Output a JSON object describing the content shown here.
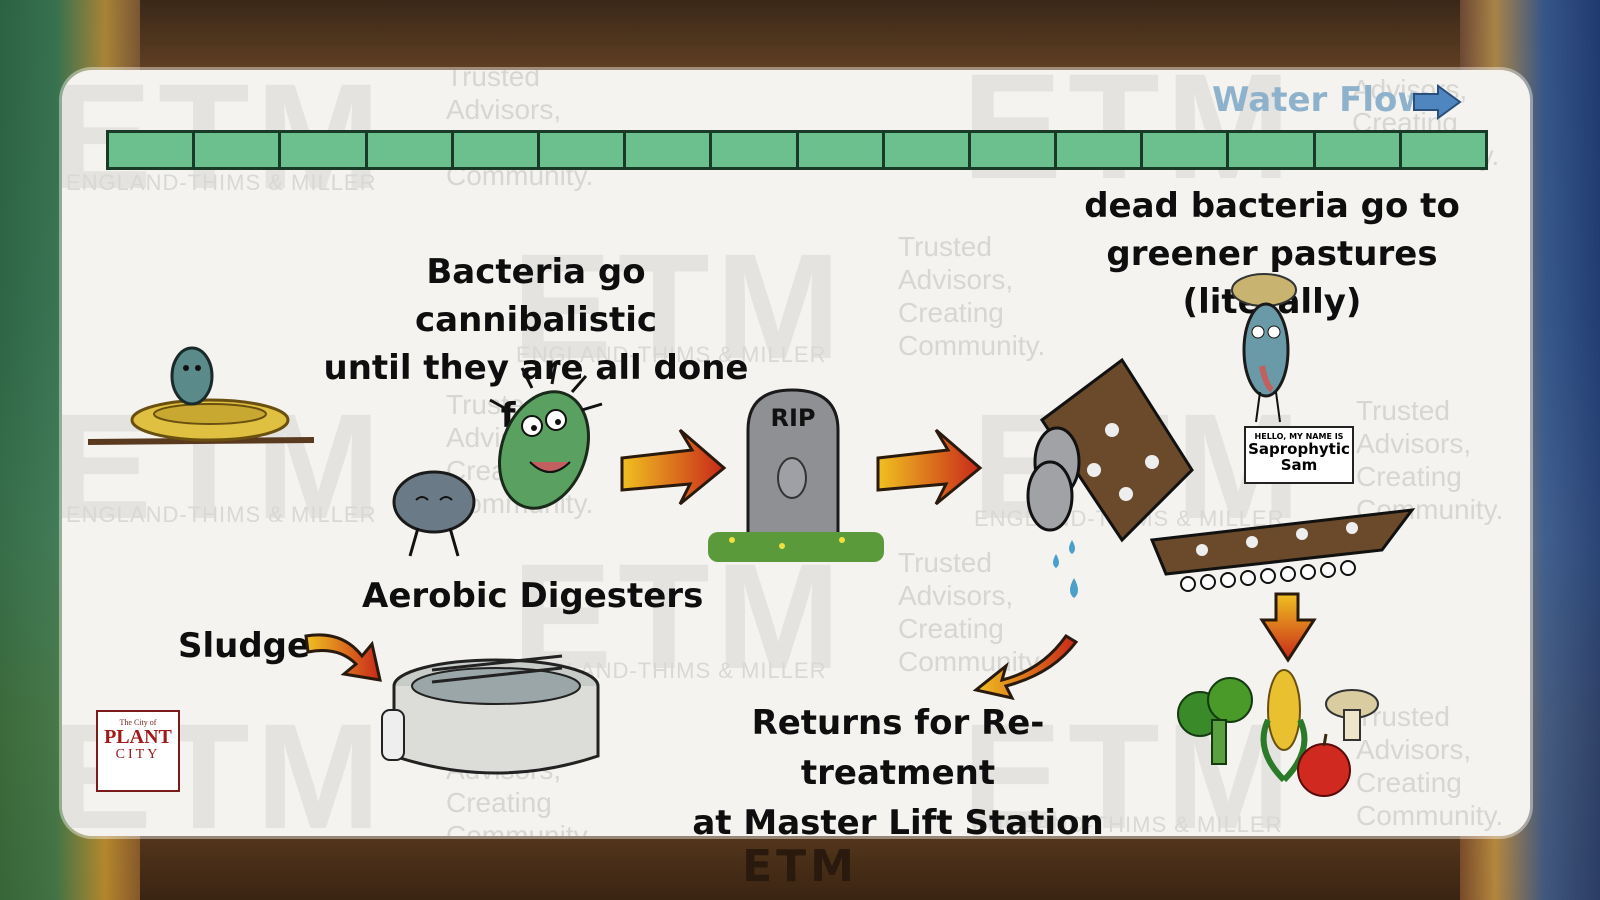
{
  "header": {
    "flow_label": "Water Flow"
  },
  "captions": {
    "cannibal_line1": "Bacteria go cannibalistic",
    "cannibal_line2": "until they are all done for!",
    "dead_line1": "dead bacteria go to",
    "dead_line2": "greener pastures (literally)",
    "aerobic": "Aerobic Digesters",
    "sludge": "Sludge",
    "returns_line1": "Returns for Re-treatment",
    "returns_line2": "at Master Lift Station"
  },
  "tombstone": {
    "text": "RIP"
  },
  "nametag": {
    "greeting": "HELLO, MY NAME IS",
    "name_line1": "Saprophytic",
    "name_line2": "Sam"
  },
  "logo": {
    "small": "The City of",
    "plant": "PLANT",
    "city": "CITY"
  },
  "watermark": {
    "etm": "ETM",
    "company": "ENGLAND-THIMS & MILLER",
    "trusted": [
      "Trusted",
      "Advisors,",
      "Creating",
      "Community."
    ]
  },
  "footer": {
    "logo": "ETM"
  },
  "colors": {
    "pipe": "#6cc08e",
    "arrow_start": "#f0c020",
    "arrow_end": "#c8281a",
    "flow_label": "#8fb2cc"
  }
}
